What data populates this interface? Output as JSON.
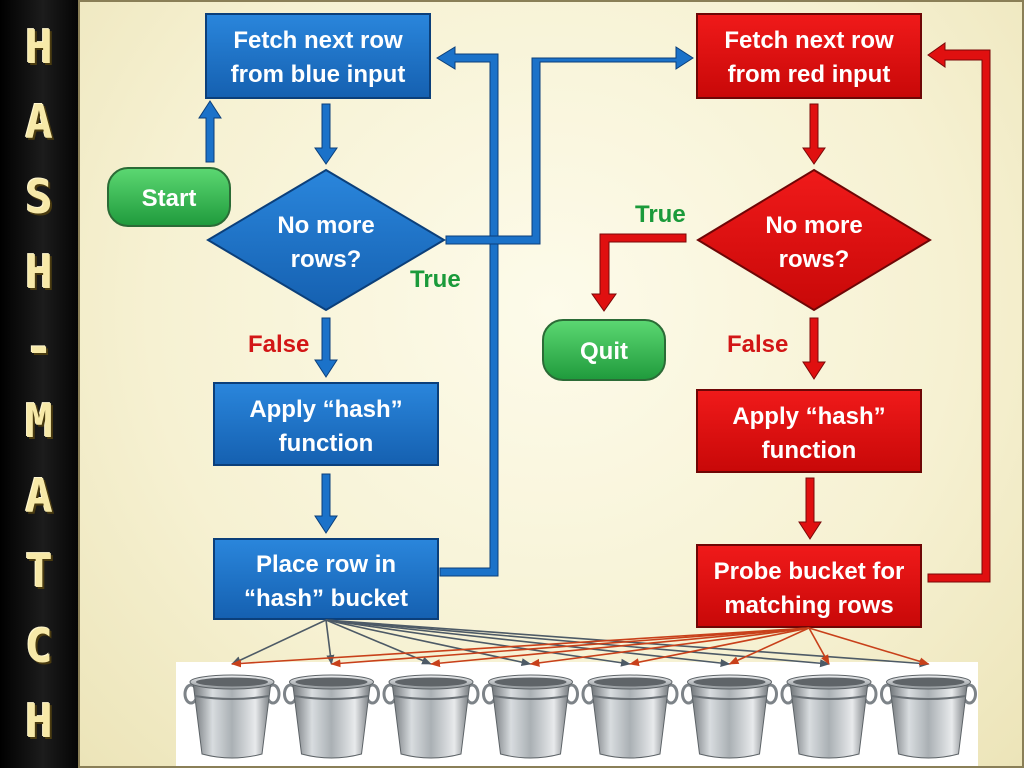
{
  "sidebar": {
    "letters": [
      "H",
      "A",
      "S",
      "H",
      "-",
      "M",
      "A",
      "T",
      "C",
      "H"
    ]
  },
  "colors": {
    "blue": "#1b72c9",
    "red": "#e01010",
    "green": "#2eaa4a",
    "true_label": "#1a9a3a",
    "false_label": "#d21616"
  },
  "blue_flow": {
    "fetch": [
      "Fetch next row",
      "from blue input"
    ],
    "decision": [
      "No more",
      "rows?"
    ],
    "apply": [
      "Apply “hash”",
      "function"
    ],
    "place": [
      "Place row in",
      "“hash” bucket"
    ],
    "true_label": "True",
    "false_label": "False"
  },
  "red_flow": {
    "fetch": [
      "Fetch next row",
      "from red input"
    ],
    "decision": [
      "No more",
      "rows?"
    ],
    "apply": [
      "Apply “hash”",
      "function"
    ],
    "probe": [
      "Probe bucket for",
      "matching rows"
    ],
    "true_label": "True",
    "false_label": "False"
  },
  "terminals": {
    "start": "Start",
    "quit": "Quit"
  },
  "buckets": {
    "count": 8,
    "icon": "bucket-icon"
  }
}
